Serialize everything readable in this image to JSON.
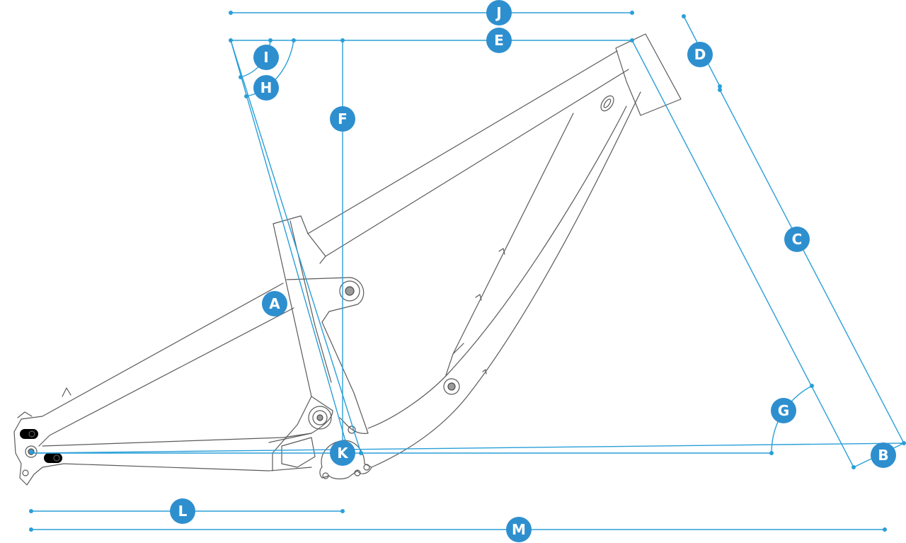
{
  "diagram": {
    "accent_color": "#2e8fcf",
    "line_color": "#2a9fd8",
    "frame_color": "#5a5a5a",
    "markers": [
      {
        "id": "A",
        "label": "A"
      },
      {
        "id": "B",
        "label": "B"
      },
      {
        "id": "C",
        "label": "C"
      },
      {
        "id": "D",
        "label": "D"
      },
      {
        "id": "E",
        "label": "E"
      },
      {
        "id": "F",
        "label": "F"
      },
      {
        "id": "G",
        "label": "G"
      },
      {
        "id": "H",
        "label": "H"
      },
      {
        "id": "I",
        "label": "I"
      },
      {
        "id": "J",
        "label": "J"
      },
      {
        "id": "K",
        "label": "K"
      },
      {
        "id": "L",
        "label": "L"
      },
      {
        "id": "M",
        "label": "M"
      }
    ]
  }
}
